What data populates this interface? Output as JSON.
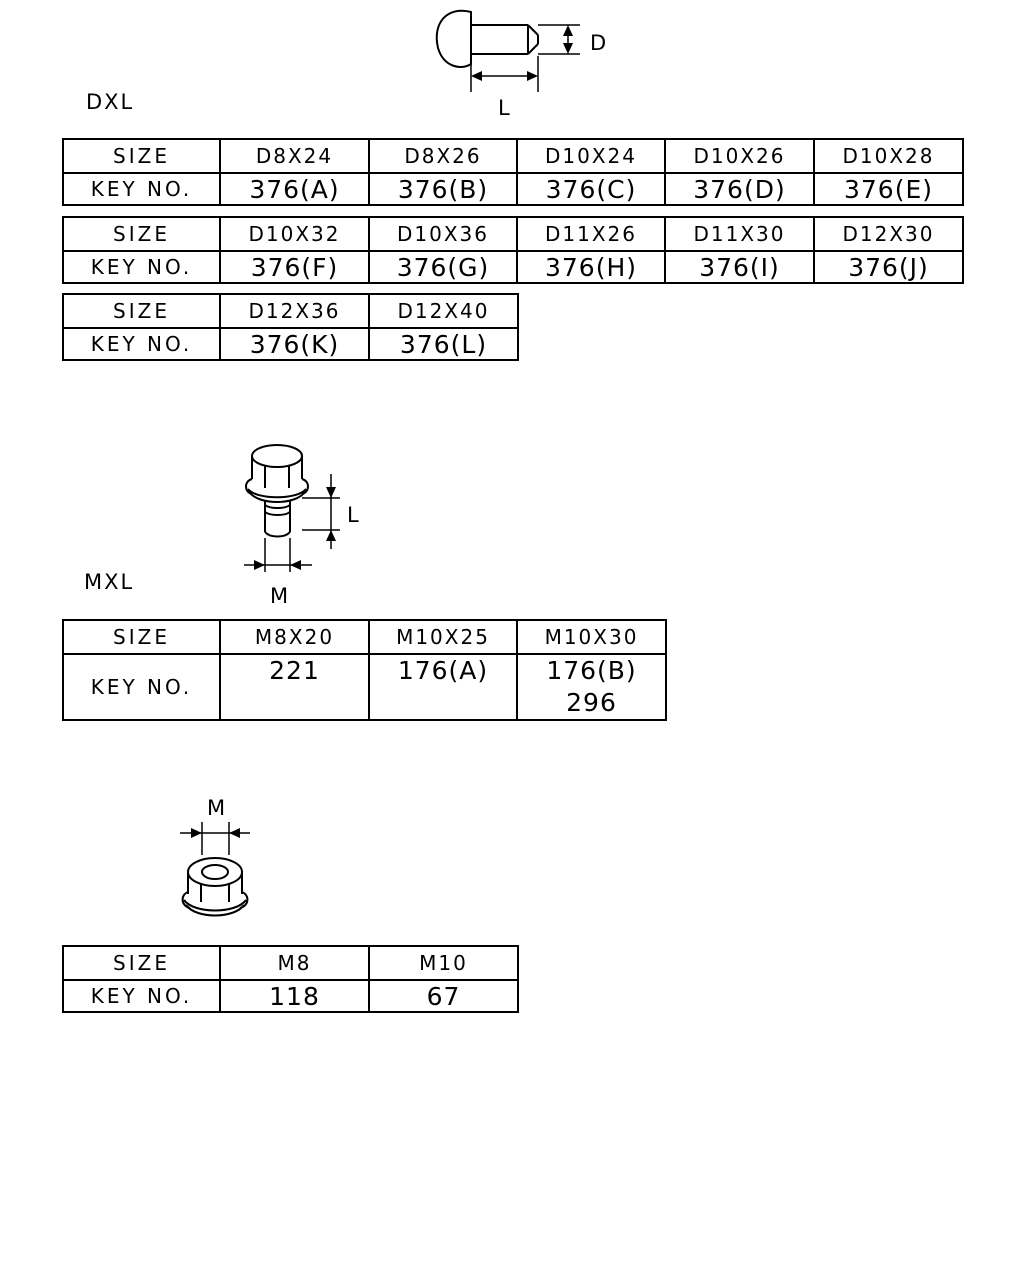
{
  "rivet": {
    "section_label": "DXL",
    "dim_d": "D",
    "dim_l": "L",
    "tables": [
      {
        "size_label": "SIZE",
        "key_label": "KEY NO.",
        "sizes": [
          "D8X24",
          "D8X26",
          "D10X24",
          "D10X26",
          "D10X28"
        ],
        "keys": [
          "376(A)",
          "376(B)",
          "376(C)",
          "376(D)",
          "376(E)"
        ]
      },
      {
        "size_label": "SIZE",
        "key_label": "KEY NO.",
        "sizes": [
          "D10X32",
          "D10X36",
          "D11X26",
          "D11X30",
          "D12X30"
        ],
        "keys": [
          "376(F)",
          "376(G)",
          "376(H)",
          "376(I)",
          "376(J)"
        ]
      },
      {
        "size_label": "SIZE",
        "key_label": "KEY NO.",
        "sizes": [
          "D12X36",
          "D12X40"
        ],
        "keys": [
          "376(K)",
          "376(L)"
        ]
      }
    ]
  },
  "bolt": {
    "section_label": "MXL",
    "dim_m": "M",
    "dim_l": "L",
    "table": {
      "size_label": "SIZE",
      "key_label": "KEY NO.",
      "sizes": [
        "M8X20",
        "M10X25",
        "M10X30"
      ],
      "keys": [
        [
          "221"
        ],
        [
          "176(A)"
        ],
        [
          "176(B)",
          "296"
        ]
      ]
    }
  },
  "nut": {
    "dim_m": "M",
    "table": {
      "size_label": "SIZE",
      "key_label": "KEY NO.",
      "sizes": [
        "M8",
        "M10"
      ],
      "keys": [
        "118",
        "67"
      ]
    }
  }
}
